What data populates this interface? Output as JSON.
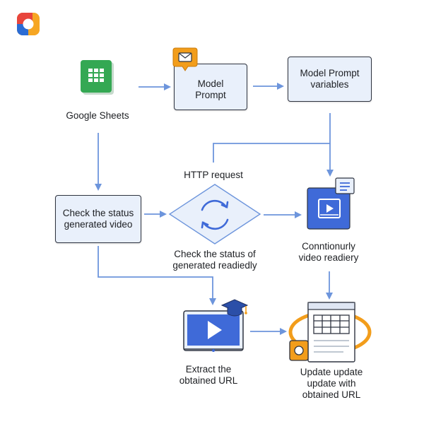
{
  "nodes": {
    "google_sheets": {
      "label": "Google Sheets"
    },
    "model_prompt": {
      "line1": "Model",
      "line2": "Prompt"
    },
    "model_prompt_variables": {
      "line1": "Model Prompt",
      "line2": "variables"
    },
    "http_request": {
      "label": "HTTP request"
    },
    "check_status_box": {
      "line1": "Check the status",
      "line2": "generated video"
    },
    "check_status_diamond": {
      "line1": "Check the status of",
      "line2": "generated readiedly"
    },
    "continuously": {
      "line1": "Conntionurly",
      "line2": "video readiery"
    },
    "extract": {
      "line1": "Extract the",
      "line2": "obtained URL"
    },
    "update": {
      "line1": "Update update",
      "line2": "update with",
      "line3": "obtained URL"
    }
  },
  "colors": {
    "arrow": "#6d95dc",
    "box_fill": "#e9f0fb",
    "sheets_green": "#34a853",
    "accent_orange": "#f29d1b",
    "player_blue": "#3f6ad8"
  },
  "icons": [
    "logo-icon",
    "spreadsheet-icon",
    "email-icon",
    "sync-icon",
    "video-player-icon",
    "document-icon",
    "monitor-play-icon",
    "graduation-cap-icon",
    "table-window-icon",
    "image-icon"
  ]
}
